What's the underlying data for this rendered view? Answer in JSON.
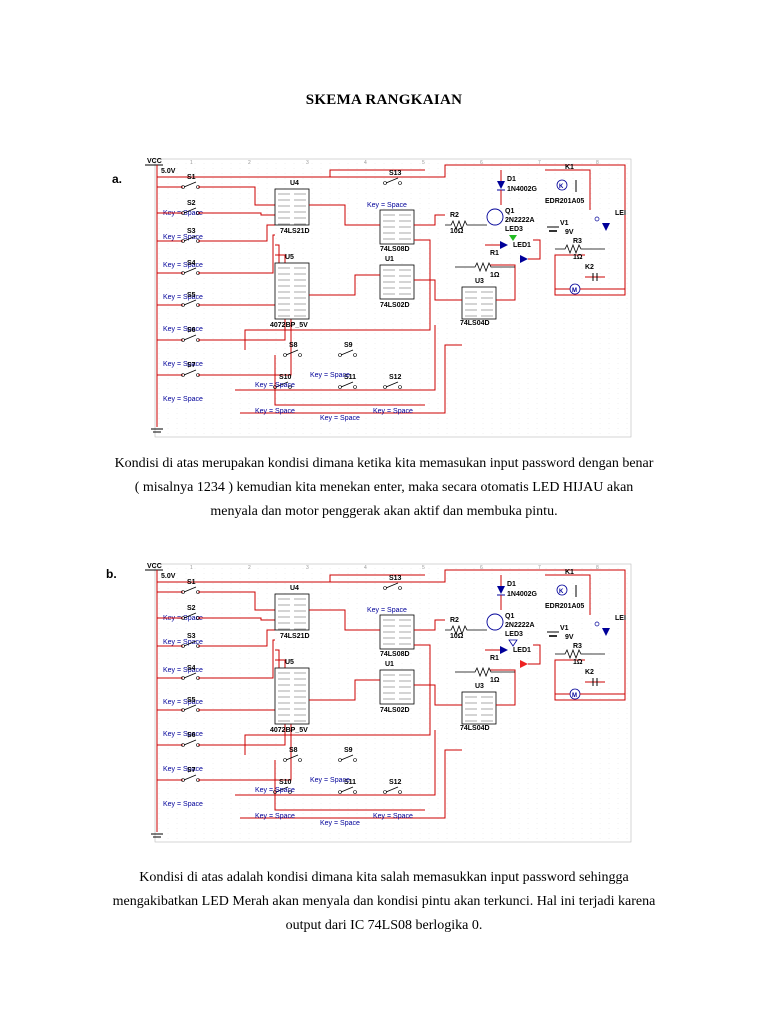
{
  "document": {
    "title": "SKEMA RANGKAIAN"
  },
  "sections": [
    {
      "label": "a.",
      "led_state": "green",
      "caption_lines": [
        "Kondisi di atas merupakan kondisi dimana ketika kita memasukan input password dengan benar",
        "( misalnya 1234 ) kemudian kita menekan enter, maka secara otomatis LED HIJAU akan",
        "menyala dan motor penggerak akan aktif dan membuka pintu."
      ]
    },
    {
      "label": "b.",
      "led_state": "red",
      "caption_lines": [
        "Kondisi di atas adalah kondisi dimana kita salah memasukkan input password sehingga",
        "mengakibatkan LED Merah akan menyala dan kondisi pintu akan terkunci. Hal ini terjadi karena",
        "output dari IC 74LS08 berlogika 0."
      ]
    }
  ],
  "schematic": {
    "vcc": "VCC",
    "voltage": "5.0V",
    "ruler": [
      "1",
      "2",
      "3",
      "4",
      "5",
      "6",
      "7",
      "8"
    ],
    "switches": [
      "S1",
      "S2",
      "S3",
      "S4",
      "S5",
      "S6",
      "S7",
      "S10",
      "S13",
      "S8",
      "S9",
      "S11",
      "S12"
    ],
    "key_label": "Key = Space",
    "ics": {
      "u4": "U4",
      "u4_part": "74LS21D",
      "u5": "U5",
      "u5_part": "4072BP_5V",
      "u2_part": "74LS08D",
      "u1": "U1",
      "u1_part": "74LS02D",
      "u3": "U3",
      "u3_part": "74LS04D"
    },
    "parts": {
      "d1": "D1",
      "d1_part": "1N4002G",
      "q1": "Q1",
      "q1_part": "2N2222A",
      "k1": "K1",
      "relay": "EDR201A05",
      "led_right": "LEI",
      "r2": "R2",
      "r2_val": "10Ω",
      "led3": "LED3",
      "led1": "LED1",
      "v1": "V1",
      "v1_val": "9V",
      "r3": "R3",
      "r3_val": "1Ω",
      "r1": "R1",
      "r1_val": "1Ω",
      "k2": "K2",
      "motor": "M"
    },
    "colors": {
      "wire": "#cc0000",
      "comp": "#0000aa",
      "bg_dot": "#d8d8d8",
      "green_led": "#22bb22",
      "red_led": "#ee2222"
    }
  }
}
